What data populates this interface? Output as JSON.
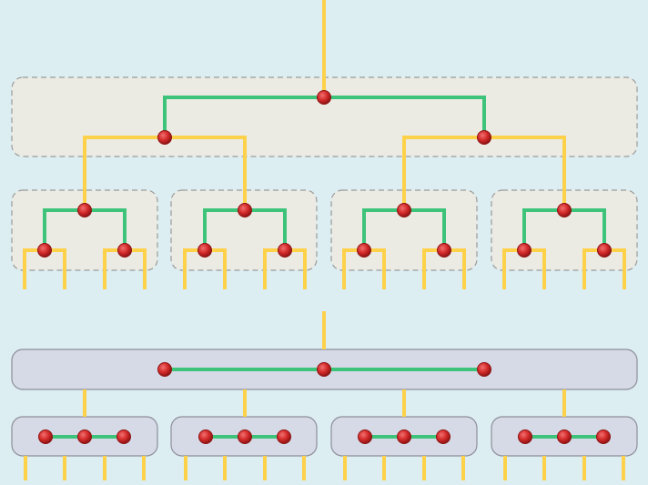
{
  "colors": {
    "background": "#dceef2",
    "group_fill_top": "#ebebe4",
    "group_border_top": "#9a9a9a",
    "group_fill_bottom": "#d5dae6",
    "group_border_bottom": "#8e8e98",
    "edge_green": "#3ec47a",
    "edge_yellow": "#fdd24a",
    "node_red": "#d42a2a",
    "node_red_dark": "#8e1414"
  },
  "diagrams": [
    {
      "style": "tree",
      "description_visible": false,
      "levels": 3,
      "groups": 5
    },
    {
      "style": "flat",
      "description_visible": false,
      "levels": 2,
      "groups": 5
    }
  ]
}
